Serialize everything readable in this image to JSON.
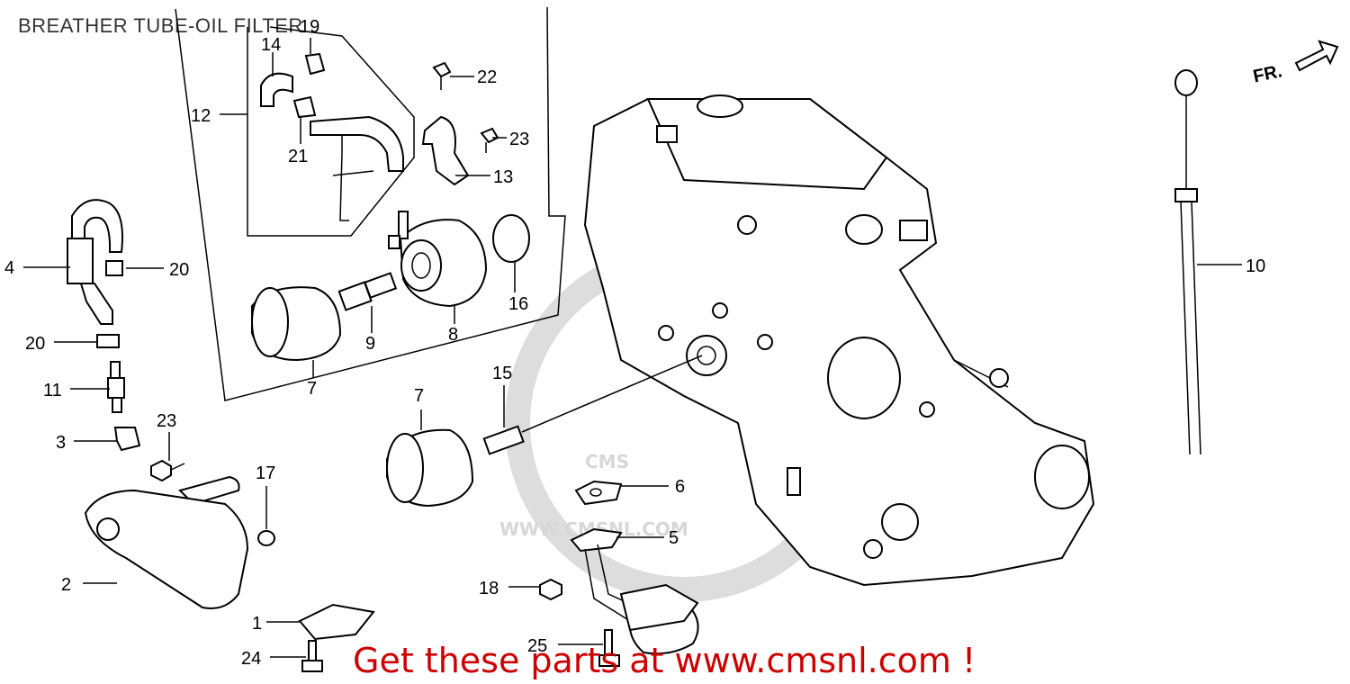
{
  "title": "BREATHER TUBE-OIL FILTER",
  "watermark": {
    "logo": "CMS",
    "url": "WWW.CMSNL.COM"
  },
  "direction_label": "FR.",
  "callouts": {
    "c1": "1",
    "c2": "2",
    "c3": "3",
    "c4": "4",
    "c5": "5",
    "c6": "6",
    "c7a": "7",
    "c7b": "7",
    "c8": "8",
    "c9": "9",
    "c10": "10",
    "c11": "11",
    "c12": "12",
    "c13": "13",
    "c14": "14",
    "c15": "15",
    "c16": "16",
    "c17": "17",
    "c18": "18",
    "c19": "19",
    "c20a": "20",
    "c20b": "20",
    "c21": "21",
    "c22": "22",
    "c23a": "23",
    "c23b": "23",
    "c24": "24",
    "c25": "25"
  },
  "footer": "Get these parts at www.cmsnl.com !",
  "colors": {
    "footer": "#cc0000",
    "watermark": "#d7d7d7",
    "line": "#000000"
  }
}
